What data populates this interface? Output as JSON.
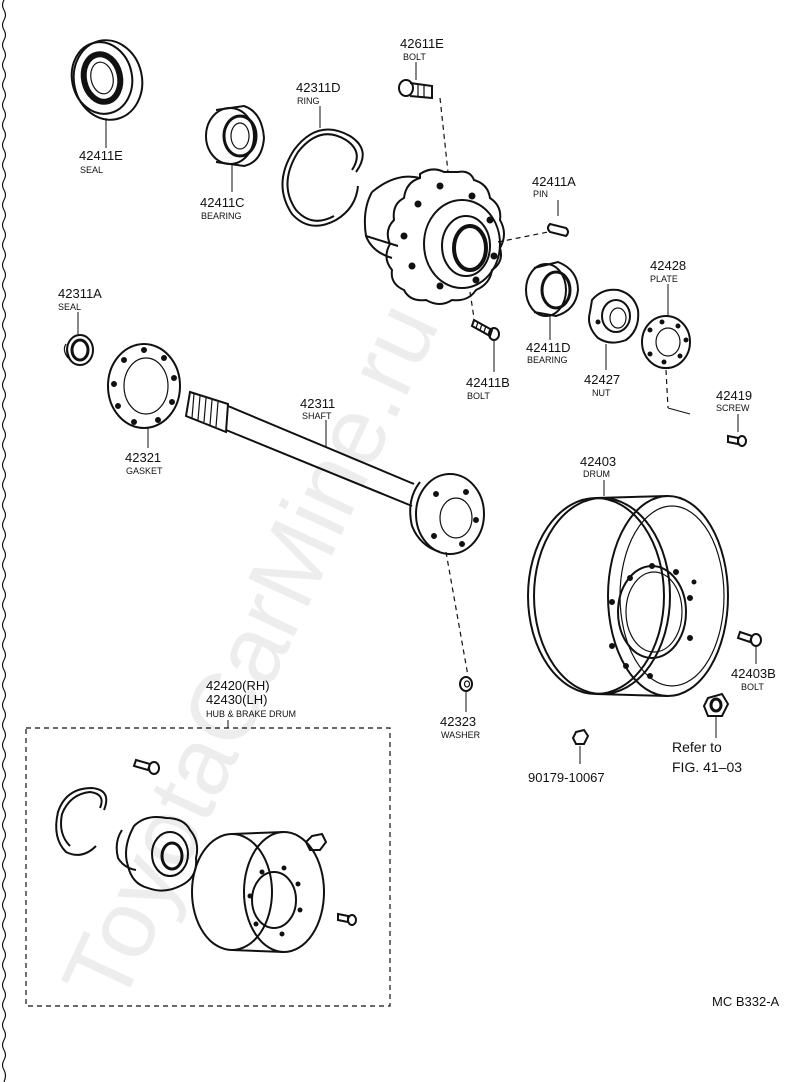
{
  "watermark": "ToyotaCarMine.ru",
  "diagram_code": "MC B332-A",
  "parts": {
    "p42411E": {
      "number": "42411E",
      "name": "SEAL"
    },
    "p42411C": {
      "number": "42411C",
      "name": "BEARING"
    },
    "p42311D": {
      "number": "42311D",
      "name": "RING"
    },
    "p42611E": {
      "number": "42611E",
      "name": "BOLT"
    },
    "p42411A": {
      "number": "42411A",
      "name": "PIN"
    },
    "p42428": {
      "number": "42428",
      "name": "PLATE"
    },
    "p42311A": {
      "number": "42311A",
      "name": "SEAL"
    },
    "p42411D": {
      "number": "42411D",
      "name": "BEARING"
    },
    "p42411B": {
      "number": "42411B",
      "name": "BOLT"
    },
    "p42427": {
      "number": "42427",
      "name": "NUT"
    },
    "p42419": {
      "number": "42419",
      "name": "SCREW"
    },
    "p42321": {
      "number": "42321",
      "name": "GASKET"
    },
    "p42311": {
      "number": "42311",
      "name": "SHAFT"
    },
    "p42403": {
      "number": "42403",
      "name": "DRUM"
    },
    "p42403B": {
      "number": "42403B",
      "name": "BOLT"
    },
    "p42323": {
      "number": "42323",
      "name": "WASHER"
    },
    "p90179": {
      "number": "90179-10067"
    }
  },
  "assembly": {
    "line1": "42420(RH)",
    "line2": "42430(LH)",
    "name": "HUB & BRAKE DRUM"
  },
  "refer": {
    "line1": "Refer to",
    "line2": "FIG. 41–03"
  }
}
